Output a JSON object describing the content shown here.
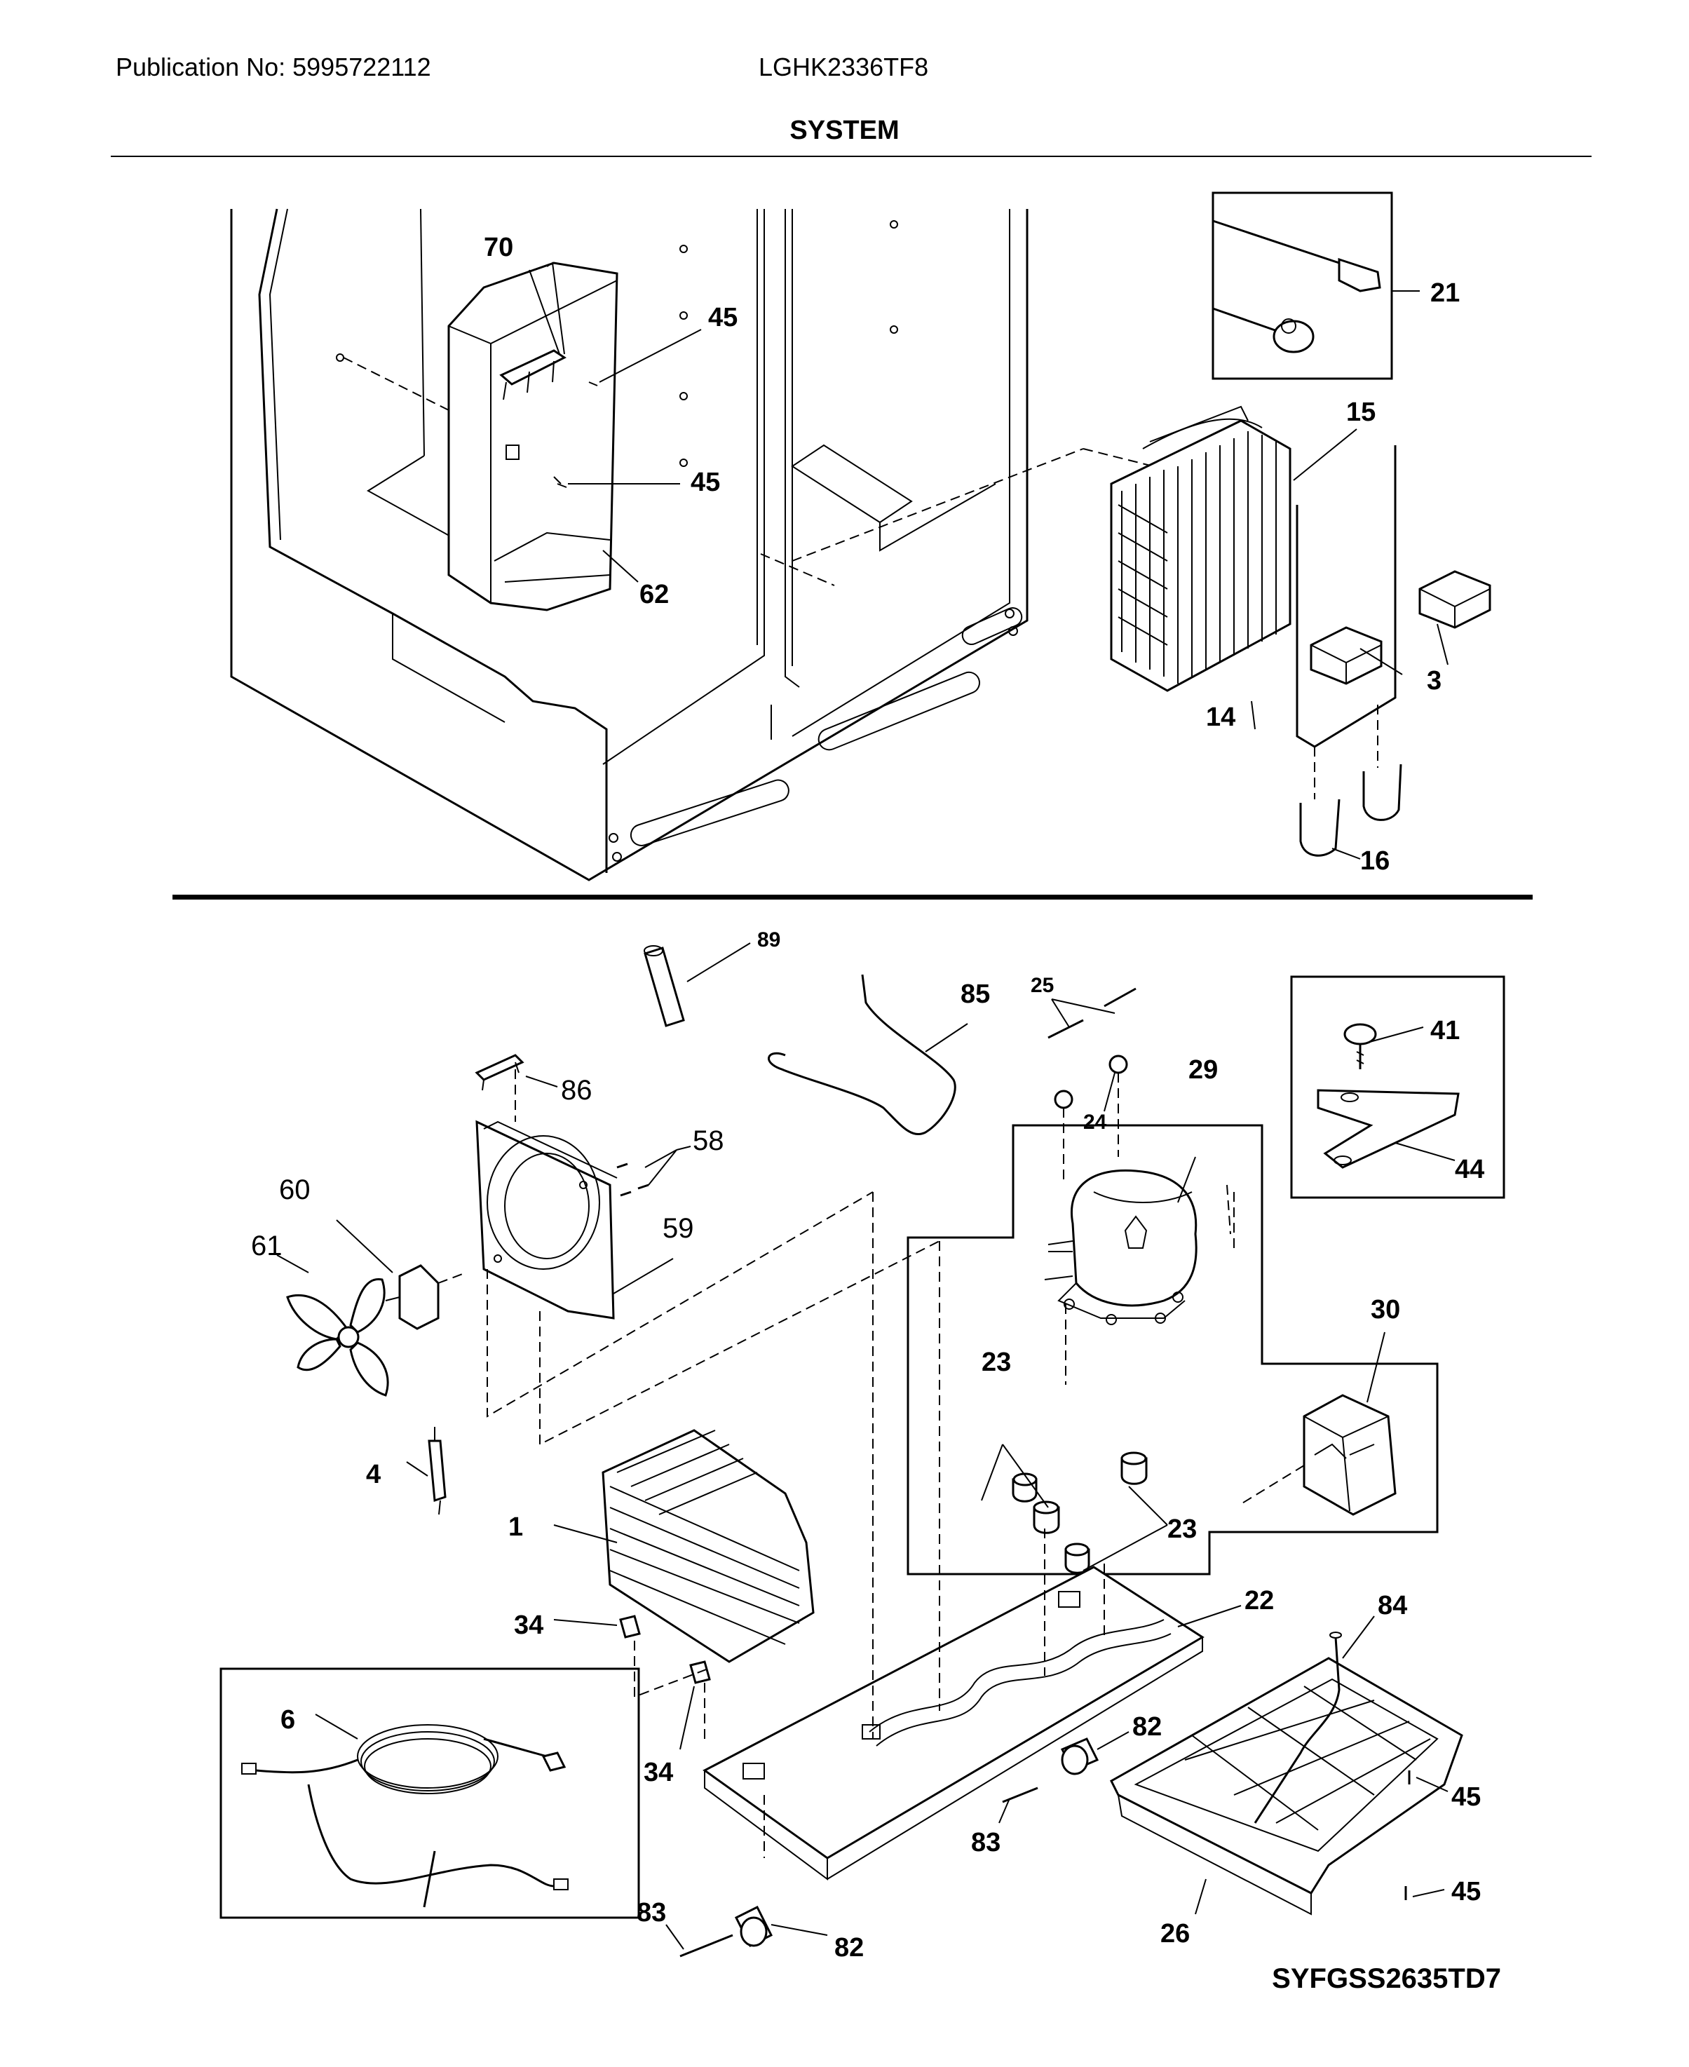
{
  "header": {
    "publication": "Publication No: 5995722112",
    "model": "LGHK2336TF8",
    "section_title": "SYSTEM"
  },
  "footer": {
    "diagram_code": "SYFGSS2635TD7"
  },
  "callouts": {
    "c70": "70",
    "c45a": "45",
    "c45b": "45",
    "c62": "62",
    "c21": "21",
    "c15": "15",
    "c3": "3",
    "c14": "14",
    "c16": "16",
    "c89": "89",
    "c85": "85",
    "c25": "25",
    "c24": "24",
    "c29": "29",
    "c41": "41",
    "c44": "44",
    "c86": "86",
    "c58": "58",
    "c59": "59",
    "c60": "60",
    "c61": "61",
    "c30": "30",
    "c23a": "23",
    "c23b": "23",
    "c4": "4",
    "c1": "1",
    "c34a": "34",
    "c34b": "34",
    "c22": "22",
    "c84": "84",
    "c6": "6",
    "c82a": "82",
    "c82b": "82",
    "c83a": "83",
    "c83b": "83",
    "c45c": "45",
    "c45d": "45",
    "c26": "26"
  }
}
